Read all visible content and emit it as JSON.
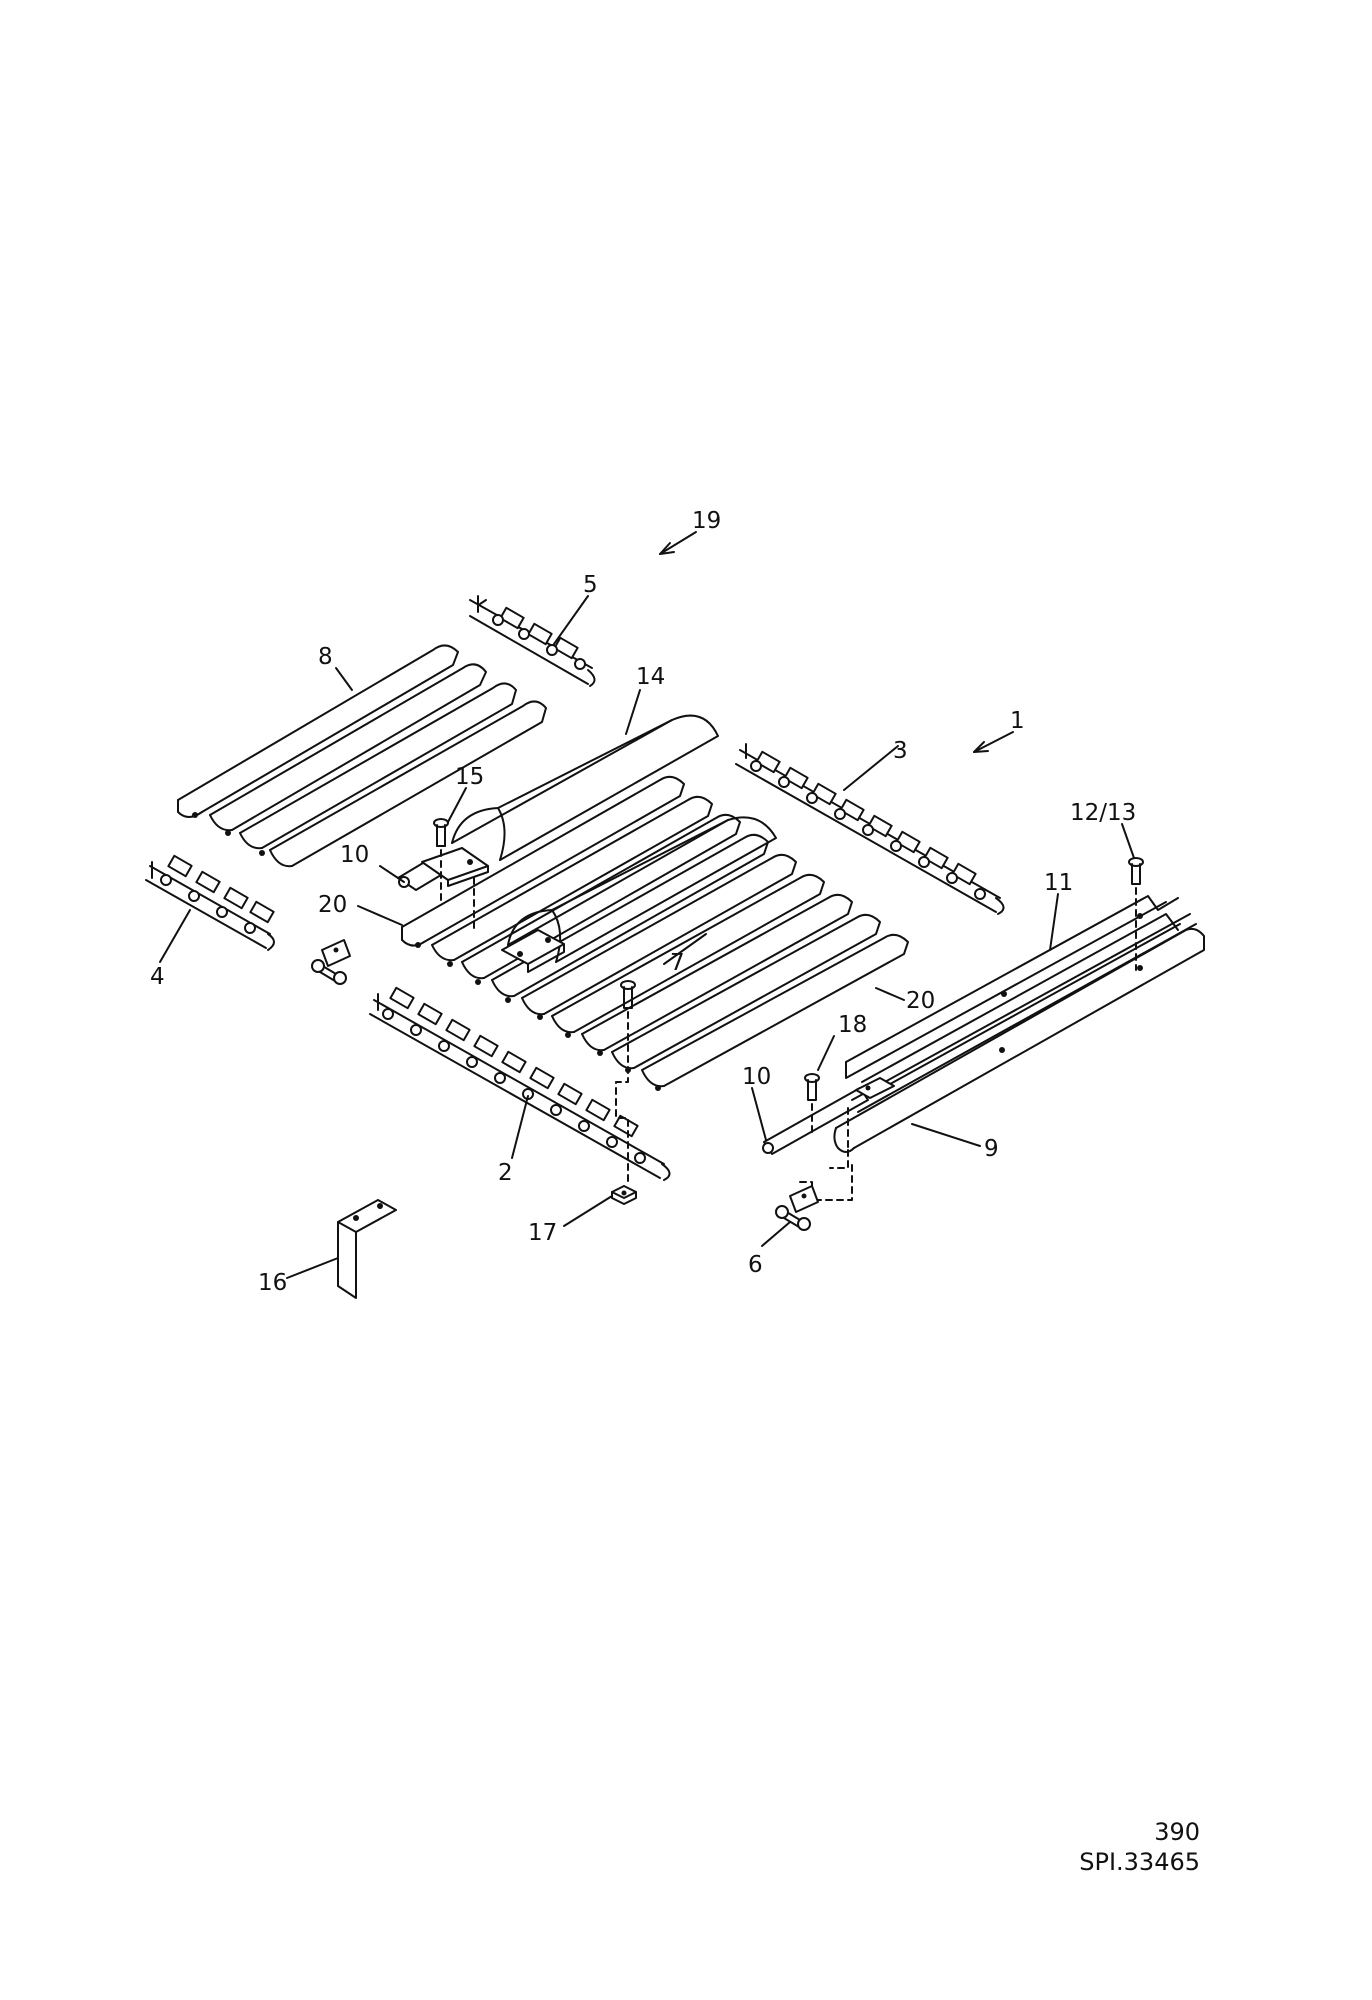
{
  "callouts": {
    "c1": "1",
    "c2": "2",
    "c3": "3",
    "c4": "4",
    "c5": "5",
    "c6": "6",
    "c7": "7",
    "c8": "8",
    "c9": "9",
    "c10a": "10",
    "c10b": "10",
    "c11": "11",
    "c12_13": "12/13",
    "c14": "14",
    "c15": "15",
    "c16": "16",
    "c17": "17",
    "c18": "18",
    "c19": "19",
    "c20a": "20",
    "c20b": "20"
  },
  "footer": {
    "page_number": "390",
    "drawing_reference": "SPI.33465"
  }
}
